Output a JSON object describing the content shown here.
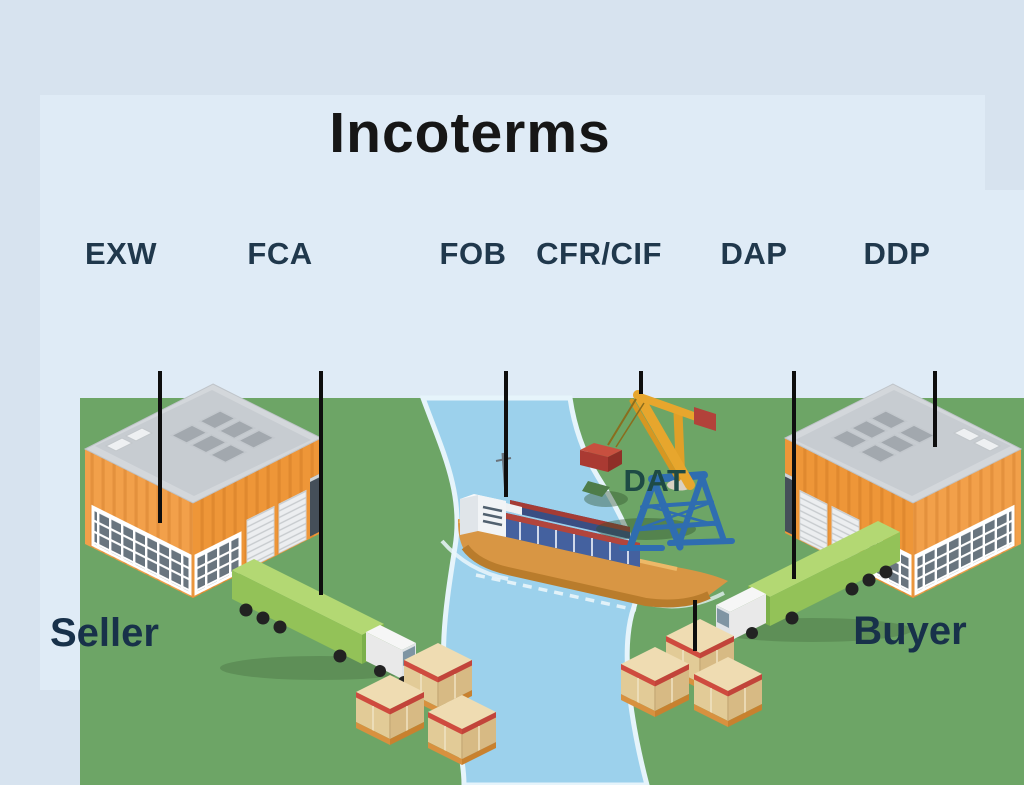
{
  "title": "Incoterms",
  "incoterms": [
    {
      "id": "exw",
      "label": "EXW"
    },
    {
      "id": "fca",
      "label": "FCA"
    },
    {
      "id": "fob",
      "label": "FOB"
    },
    {
      "id": "cfr_cif",
      "label": "CFR/CIF"
    },
    {
      "id": "dap",
      "label": "DAP"
    },
    {
      "id": "ddp",
      "label": "DDP"
    },
    {
      "id": "dat",
      "label": "DAT"
    }
  ],
  "parties": {
    "seller": "Seller",
    "buyer": "Buyer"
  },
  "scene": {
    "icons": [
      "seller-warehouse-icon",
      "buyer-warehouse-icon",
      "truck-icon",
      "cargo-ship-icon",
      "harbor-crane-icon",
      "pallet-boxes-icon",
      "river"
    ]
  },
  "colors": {
    "background": "#d7e3ef",
    "panel_sky": "#dfebf6",
    "grass": "#6da566",
    "river": "#9cd1ec",
    "river_bank": "#e6f4fb",
    "title_text": "#161616",
    "term_label_text": "#20384c",
    "dat_label_text": "#1e4a45",
    "party_text": "#18314a",
    "pointer_line": "#0e0e0e",
    "warehouse_wall": "#f2a04a",
    "warehouse_roof": "#c7ccd1",
    "truck_trailer": "#93c258",
    "truck_cab": "#e9e9e9",
    "ship_hull": "#d89644",
    "container_blue": "#44619f",
    "container_red": "#b2453c",
    "crane_arm": "#e7a62d",
    "crane_base": "#2f6db0",
    "box_cardboard": "#efdcb2",
    "box_strap": "#cf4b3f",
    "pallet": "#d8913f"
  }
}
